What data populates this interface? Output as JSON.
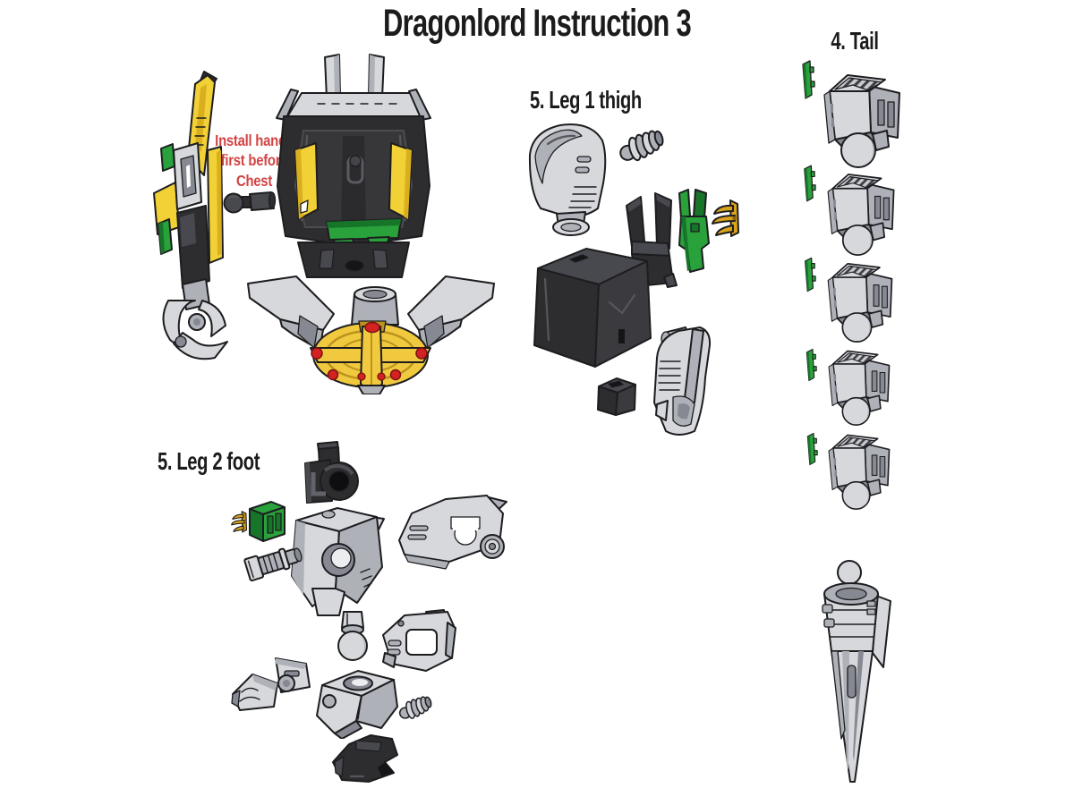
{
  "title": "Dragonlord Instruction 3",
  "note": {
    "text": "Install hands first before Chest"
  },
  "sections": {
    "chest_group": {
      "parts": [
        "left-arm-assembly",
        "hand-ball-peg",
        "chest-block",
        "waist-wings-gold-disc"
      ]
    },
    "leg1_thigh": {
      "label": "5. Leg 1 thigh",
      "parts": [
        "thigh-armor-shell",
        "screw-spring",
        "hip-fork",
        "green-hip-clip",
        "gold-claw",
        "thigh-core-block",
        "hip-cube",
        "knee-shin-armor"
      ]
    },
    "leg2_foot": {
      "label": "5. Leg 2 foot",
      "parts": [
        "ankle-ring-L",
        "gold-claw",
        "green-foot-clip",
        "ankle-core-block",
        "piston-screw",
        "heel-plate",
        "ball-joint-peg",
        "foot-bracket",
        "toe-armor",
        "foot-core-block",
        "screw-spring",
        "toe-cap-black"
      ]
    },
    "tail": {
      "label": "4. Tail",
      "segment_count": 5,
      "parts_per_segment": [
        "green-spine-clip",
        "tail-segment-ball-joint"
      ],
      "tip_part": "tail-tip-spike"
    }
  },
  "palette": {
    "yellow": "#f2d136",
    "yellow_dark": "#d9af1f",
    "green": "#2aa23c",
    "green_dark": "#17752a",
    "silver": "#d6d8dc",
    "silver_mid": "#aeb1b8",
    "silver_dark": "#868992",
    "black": "#2d2d30",
    "black_mid": "#3b3b3f",
    "black_hi": "#48494e",
    "black_deep": "#151517",
    "gold": "#f0c93e",
    "gold_dark": "#bb931e",
    "claw_gold": "#d9a21b",
    "red": "#d42222",
    "note_red": "#d34444",
    "outline": "#1d1d20",
    "ink": "#1b1b1b",
    "bg": "#ffffff"
  }
}
